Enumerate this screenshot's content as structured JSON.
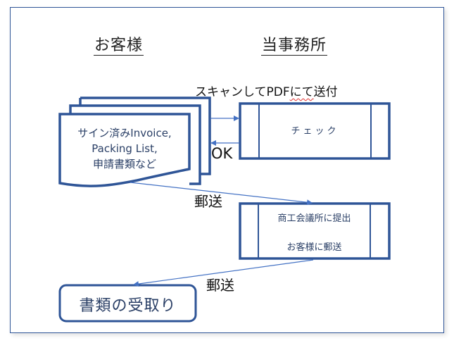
{
  "headers": {
    "customer": "お客様",
    "office": "当事務所"
  },
  "documents": {
    "line1": "サイン済みInvoice,",
    "line2": "Packing List,",
    "line3": "申請書類など"
  },
  "arrows": {
    "scan_label_part1": "スキャンしてPDF",
    "scan_label_part2": "にて",
    "scan_label_part3": "送付",
    "ok_label": "OK",
    "mail_label_1": "郵送",
    "mail_label_2": "郵送"
  },
  "processes": {
    "check": "チェック",
    "submit_line1": "商工会議所に提出",
    "submit_line2": "お客様に郵送"
  },
  "terminal": {
    "receive": "書類の受取り"
  },
  "colors": {
    "shape_stroke": "#2f5597",
    "connector": "#4472c4",
    "box_text": "#2a3f66",
    "label_text": "#111111",
    "spellcheck": "#e03030"
  }
}
